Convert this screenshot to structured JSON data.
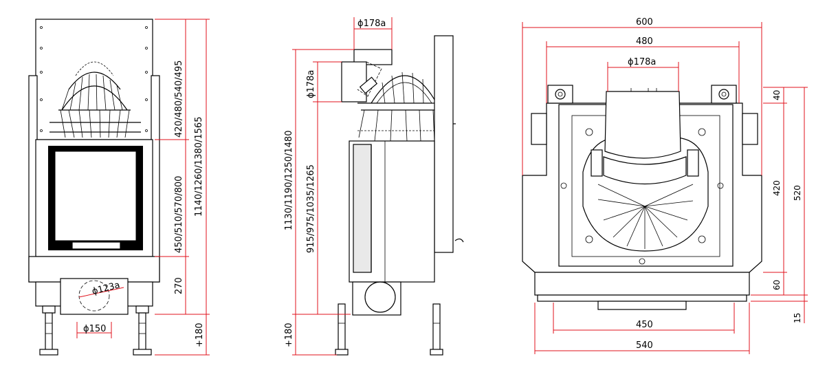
{
  "colors": {
    "dimension_line": "#e0101b",
    "outline": "#000000",
    "fill_grey": "#e9e9e9"
  },
  "front_view": {
    "dim_sum": "1140/1260/1380/1565",
    "dim_top": "420/480/540/495",
    "dim_mid": "450/510/570/800",
    "dim_low": "270",
    "dim_leg": "+180",
    "dim_bottom_dia": "ϕ150",
    "dim_outlet_dia": "ϕ123a"
  },
  "side_view": {
    "dim_top_dia": "ϕ178a",
    "dim_flue_dia": "ϕ178a",
    "dim_total": "1130/1190/1250/1480",
    "dim_body": "915/975/1035/1265",
    "dim_leg": "+180"
  },
  "plan_view": {
    "dim_600": "600",
    "dim_480": "480",
    "dim_flue": "ϕ178a",
    "dim_450": "450",
    "dim_540": "540",
    "dim_40": "40",
    "dim_420": "420",
    "dim_520": "520",
    "dim_60": "60",
    "dim_15": "15"
  }
}
